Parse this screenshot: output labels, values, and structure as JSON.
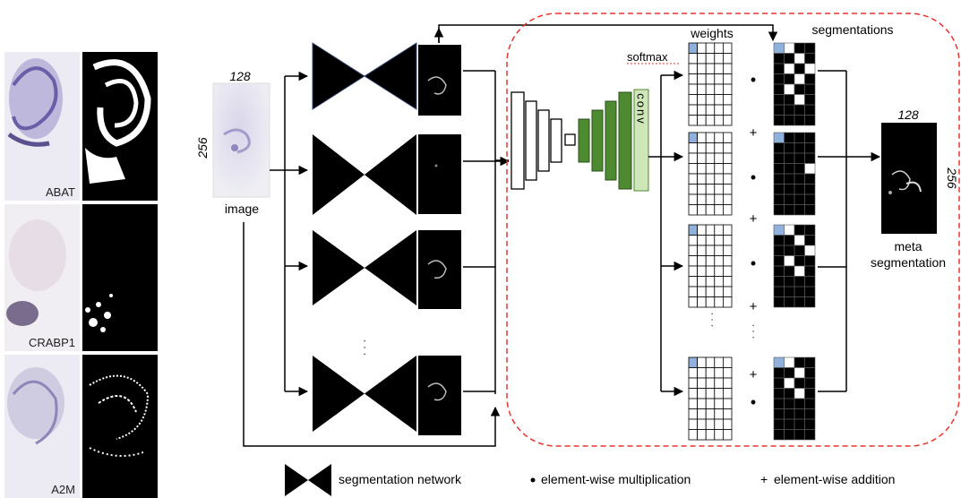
{
  "left_panels": [
    {
      "gene": "ABAT"
    },
    {
      "gene": "CRABP1"
    },
    {
      "gene": "A2M"
    }
  ],
  "input": {
    "width_label": "128",
    "height_label": "256",
    "caption": "image"
  },
  "ensemble": {
    "vertical_dots": "·  ·  ·"
  },
  "meta_network": {
    "conv_label": "conv",
    "softmax_label": "softmax",
    "weights_label": "weights",
    "segmentations_label": "segmentations",
    "ops": {
      "multiply": "•",
      "add": "+"
    }
  },
  "output": {
    "width_label": "128",
    "height_label": "256",
    "caption_line1": "meta",
    "caption_line2": "segmentation"
  },
  "legend": {
    "network": "segmentation network",
    "multiply": "element-wise multiplication",
    "add": "element-wise addition"
  },
  "colors": {
    "dashed_border": "#e8352e",
    "conv_green_dark": "#4e8a30",
    "conv_green_light": "#cfe6b8",
    "weight_highlight": "#8fb1dc",
    "network_fill": "#000000"
  }
}
